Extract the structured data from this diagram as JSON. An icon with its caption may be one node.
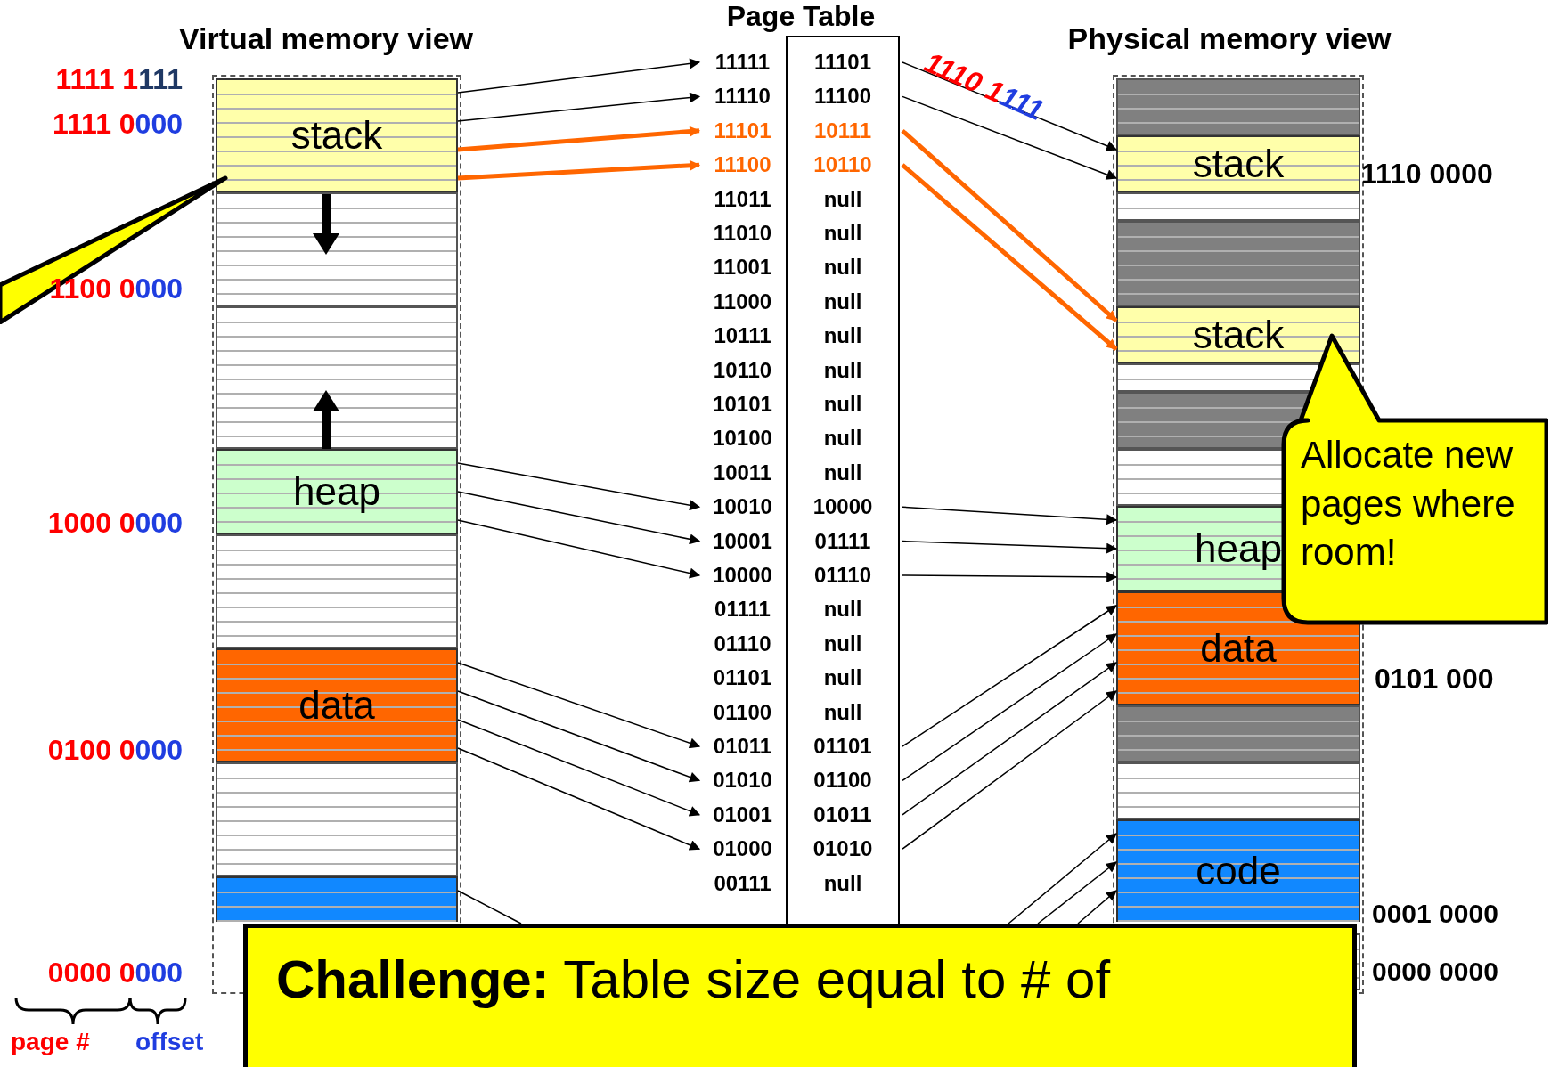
{
  "diagram": {
    "nodes": [
      {
        "text": [
          "stack"
        ]
      },
      {
        "text": [
          "heap"
        ]
      },
      {
        "text": [
          "data"
        ]
      },
      {
        "text": [],
        "shape": "box"
      },
      {
        "text": [
          "11111",
          "11101"
        ]
      },
      {
        "text": [
          "11110",
          "11100"
        ]
      },
      {
        "text": [
          "11101",
          "10111"
        ]
      },
      {
        "text": [
          "11100",
          "10110"
        ]
      },
      {
        "text": [
          "11011",
          "null"
        ]
      },
      {
        "text": [
          "11010",
          "null"
        ]
      },
      {
        "text": [
          "11001",
          "null"
        ]
      },
      {
        "text": [
          "11000",
          "null"
        ]
      },
      {
        "text": [
          "10111",
          "null"
        ]
      },
      {
        "text": [
          "10110",
          "null"
        ]
      },
      {
        "text": [
          "10101",
          "null"
        ]
      },
      {
        "text": [
          "10100",
          "null"
        ]
      },
      {
        "text": [
          "10011",
          "null"
        ]
      },
      {
        "text": [
          "10010",
          "10000"
        ]
      },
      {
        "text": [
          "10001",
          "01111"
        ]
      },
      {
        "text": [
          "10000",
          "01110"
        ]
      },
      {
        "text": [
          "01111",
          "null"
        ]
      },
      {
        "text": [
          "01110",
          "null"
        ]
      },
      {
        "text": [
          "01101",
          "null"
        ]
      },
      {
        "text": [
          "01100",
          "null"
        ]
      },
      {
        "text": [
          "01011",
          "01101"
        ]
      },
      {
        "text": [
          "01010",
          "01100"
        ]
      },
      {
        "text": [
          "01001",
          "01011"
        ]
      },
      {
        "text": [
          "01000",
          "01010"
        ]
      },
      {
        "text": [
          "00111",
          "null"
        ]
      },
      {
        "text": [
          "stack"
        ]
      },
      {
        "text": [
          "stack"
        ]
      },
      {
        "text": [
          "heap"
        ]
      },
      {
        "text": [
          "data"
        ]
      },
      {
        "text": [
          "code"
        ]
      },
      {
        "text": [
          "Allocate new pages where room!"
        ]
      },
      {
        "text": [
          "**Challenge:** Table size equal to # of"
        ]
      }
    ],
    "edges": [
      {
        "from": 0,
        "to": 4,
        "arrow": "to"
      },
      {
        "from": 0,
        "to": 5,
        "arrow": "to"
      },
      {
        "from": 0,
        "to": 6,
        "arrow": "to",
        "style": "thick",
        "color": "#ff6600"
      },
      {
        "from": 0,
        "to": 7,
        "arrow": "to",
        "style": "thick",
        "color": "#ff6600"
      },
      {
        "from": 1,
        "to": 17,
        "arrow": "to"
      },
      {
        "from": 1,
        "to": 18,
        "arrow": "to"
      },
      {
        "from": 1,
        "to": 19,
        "arrow": "to"
      },
      {
        "from": 2,
        "to": 24,
        "arrow": "to"
      },
      {
        "from": 2,
        "to": 25,
        "arrow": "to"
      },
      {
        "from": 2,
        "to": 26,
        "arrow": "to"
      },
      {
        "from": 2,
        "to": 27,
        "arrow": "to"
      },
      {
        "from": 3,
        "to": 35,
        "arrow": "none"
      },
      {
        "from": 4,
        "to": 29,
        "arrow": "to"
      },
      {
        "from": 5,
        "to": 29,
        "arrow": "to"
      },
      {
        "from": 6,
        "to": 30,
        "arrow": "to",
        "style": "thick",
        "color": "#ff6600"
      },
      {
        "from": 7,
        "to": 30,
        "arrow": "to",
        "style": "thick",
        "color": "#ff6600"
      },
      {
        "from": 17,
        "to": 31,
        "arrow": "to"
      },
      {
        "from": 18,
        "to": 31,
        "arrow": "to"
      },
      {
        "from": 19,
        "to": 31,
        "arrow": "to"
      },
      {
        "from": 24,
        "to": 32,
        "arrow": "to"
      },
      {
        "from": 25,
        "to": 32,
        "arrow": "to"
      },
      {
        "from": 26,
        "to": 32,
        "arrow": "to"
      },
      {
        "from": 27,
        "to": 32,
        "arrow": "to"
      },
      {
        "from": 35,
        "to": 33,
        "arrow": "to"
      },
      {
        "from": 35,
        "to": 33,
        "arrow": "to"
      },
      {
        "from": 35,
        "to": 33,
        "arrow": "to"
      }
    ],
    "labels": [
      "Page Table",
      "Virtual memory view",
      "Physical memory view",
      "1111 1",
      "111",
      "1110 1",
      "111",
      "1111 0",
      "000",
      "1110 0000",
      "1100 0",
      "000",
      "1000 0",
      "000",
      "0101 000",
      "0100 0",
      "000",
      "0001 0000",
      "0000 0",
      "000",
      "0000 0000",
      "page #",
      "offset"
    ]
  }
}
